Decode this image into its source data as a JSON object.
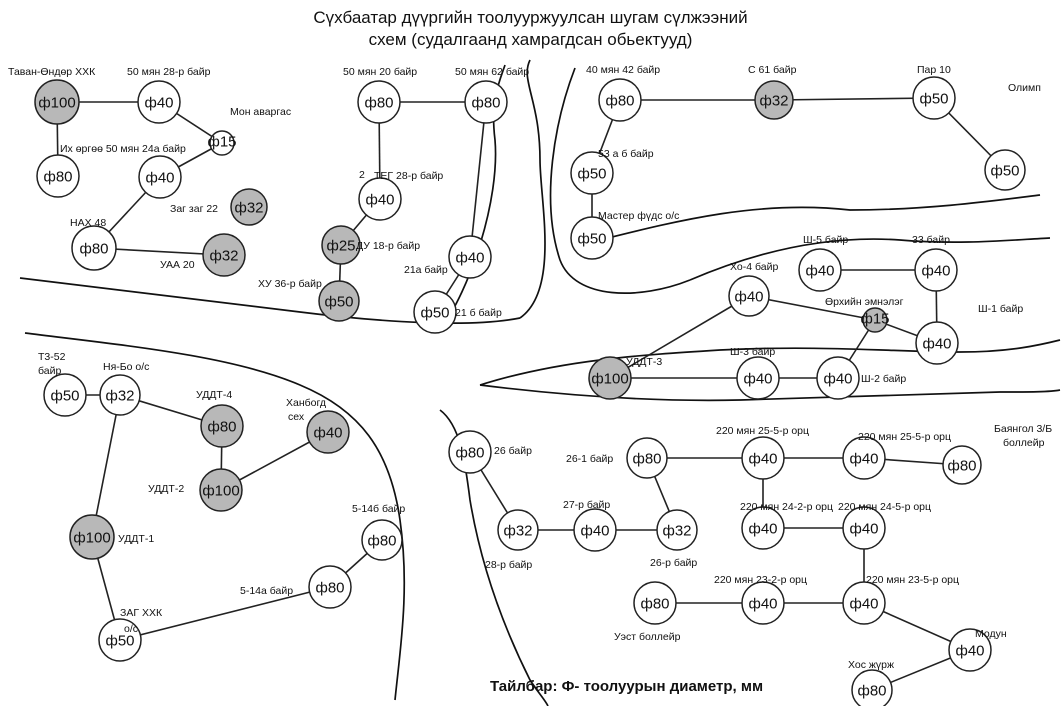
{
  "title_line1": "Сүхбаатар дүүргийн тоолуурж­уулсан шугам сүлжээний",
  "title_line2": "схем  (судалгаанд хамрагдсан обьектууд)",
  "legend": "Тайлбар: Ф- тоолуурын диаметр, мм",
  "colors": {
    "shaded": "#b8b8b8",
    "plain": "#ffffff",
    "line": "#222222"
  },
  "nodes": [
    {
      "id": "n1",
      "label": "ф100",
      "shaded": true
    },
    {
      "id": "n2",
      "label": "ф40",
      "shaded": false
    },
    {
      "id": "n3",
      "label": "ф15",
      "shaded": false
    },
    {
      "id": "n4",
      "label": "ф80",
      "shaded": false
    },
    {
      "id": "n5",
      "label": "ф40",
      "shaded": false
    },
    {
      "id": "n6",
      "label": "ф32",
      "shaded": true
    },
    {
      "id": "n7",
      "label": "ф80",
      "shaded": false
    },
    {
      "id": "n8",
      "label": "ф32",
      "shaded": true
    },
    {
      "id": "n9",
      "label": "ф80",
      "shaded": false
    },
    {
      "id": "n10",
      "label": "ф80",
      "shaded": false
    },
    {
      "id": "n11",
      "label": "ф40",
      "shaded": false
    },
    {
      "id": "n12",
      "label": "ф25",
      "shaded": true
    },
    {
      "id": "n13",
      "label": "ф50",
      "shaded": true
    },
    {
      "id": "n14",
      "label": "ф40",
      "shaded": false
    },
    {
      "id": "n15",
      "label": "ф50",
      "shaded": false
    },
    {
      "id": "n16",
      "label": "ф80",
      "shaded": false
    },
    {
      "id": "n17",
      "label": "ф32",
      "shaded": true
    },
    {
      "id": "n18",
      "label": "ф50",
      "shaded": false
    },
    {
      "id": "n19",
      "label": "ф50",
      "shaded": false
    },
    {
      "id": "n20",
      "label": "ф50",
      "shaded": false
    },
    {
      "id": "n21",
      "label": "ф50",
      "shaded": false
    },
    {
      "id": "n22",
      "label": "ф40",
      "shaded": false
    },
    {
      "id": "n23",
      "label": "ф40",
      "shaded": false
    },
    {
      "id": "n24",
      "label": "ф40",
      "shaded": false
    },
    {
      "id": "n25",
      "label": "ф15",
      "shaded": true
    },
    {
      "id": "n26",
      "label": "ф40",
      "shaded": false
    },
    {
      "id": "n27",
      "label": "ф100",
      "shaded": true
    },
    {
      "id": "n28",
      "label": "ф40",
      "shaded": false
    },
    {
      "id": "n29",
      "label": "ф40",
      "shaded": false
    },
    {
      "id": "n30",
      "label": "ф50",
      "shaded": false
    },
    {
      "id": "n31",
      "label": "ф32",
      "shaded": false
    },
    {
      "id": "n32",
      "label": "ф80",
      "shaded": true
    },
    {
      "id": "n33",
      "label": "ф40",
      "shaded": true
    },
    {
      "id": "n34",
      "label": "ф100",
      "shaded": true
    },
    {
      "id": "n35",
      "label": "ф100",
      "shaded": true
    },
    {
      "id": "n36",
      "label": "ф80",
      "shaded": false
    },
    {
      "id": "n37",
      "label": "ф80",
      "shaded": false
    },
    {
      "id": "n38",
      "label": "ф50",
      "shaded": false
    },
    {
      "id": "n39",
      "label": "ф80",
      "shaded": false
    },
    {
      "id": "n40",
      "label": "ф80",
      "shaded": false
    },
    {
      "id": "n41",
      "label": "ф40",
      "shaded": false
    },
    {
      "id": "n42",
      "label": "ф40",
      "shaded": false
    },
    {
      "id": "n43",
      "label": "ф80",
      "shaded": false
    },
    {
      "id": "n44",
      "label": "ф32",
      "shaded": false
    },
    {
      "id": "n45",
      "label": "ф40",
      "shaded": false
    },
    {
      "id": "n46",
      "label": "ф32",
      "shaded": false
    },
    {
      "id": "n47",
      "label": "ф40",
      "shaded": false
    },
    {
      "id": "n48",
      "label": "ф40",
      "shaded": false
    },
    {
      "id": "n49",
      "label": "ф80",
      "shaded": false
    },
    {
      "id": "n50",
      "label": "ф40",
      "shaded": false
    },
    {
      "id": "n51",
      "label": "ф40",
      "shaded": false
    },
    {
      "id": "n52",
      "label": "ф40",
      "shaded": false
    },
    {
      "id": "n53",
      "label": "ф80",
      "shaded": false
    }
  ],
  "edges": [
    [
      "n1",
      "n2"
    ],
    [
      "n2",
      "n3"
    ],
    [
      "n3",
      "n5"
    ],
    [
      "n1",
      "n4"
    ],
    [
      "n5",
      "n7"
    ],
    [
      "n7",
      "n8"
    ],
    [
      "n9",
      "n10"
    ],
    [
      "n9",
      "n11"
    ],
    [
      "n11",
      "n12"
    ],
    [
      "n12",
      "n13"
    ],
    [
      "n10",
      "n14"
    ],
    [
      "n14",
      "n15"
    ],
    [
      "n16",
      "n17"
    ],
    [
      "n17",
      "n18"
    ],
    [
      "n16",
      "n19"
    ],
    [
      "n19",
      "n20"
    ],
    [
      "n18",
      "n21"
    ],
    [
      "n22",
      "n23"
    ],
    [
      "n23",
      "n26"
    ],
    [
      "n26",
      "n25"
    ],
    [
      "n25",
      "n24"
    ],
    [
      "n24",
      "n27"
    ],
    [
      "n30",
      "n31"
    ],
    [
      "n31",
      "n32"
    ],
    [
      "n32",
      "n34"
    ],
    [
      "n34",
      "n33"
    ],
    [
      "n31",
      "n35"
    ],
    [
      "n35",
      "n38"
    ],
    [
      "n38",
      "n37"
    ],
    [
      "n37",
      "n36"
    ],
    [
      "n39",
      "n44"
    ],
    [
      "n44",
      "n45"
    ],
    [
      "n45",
      "n46"
    ],
    [
      "n46",
      "n40"
    ],
    [
      "n40",
      "n41"
    ],
    [
      "n41",
      "n42"
    ],
    [
      "n42",
      "n43"
    ],
    [
      "n41",
      "n47"
    ],
    [
      "n47",
      "n48"
    ],
    [
      "n48",
      "n51"
    ],
    [
      "n51",
      "n50"
    ],
    [
      "n50",
      "n49"
    ],
    [
      "n51",
      "n52"
    ],
    [
      "n52",
      "n53"
    ]
  ],
  "captions": [
    "Таван-Өндөр ХХК",
    "50 мян 28-р байр",
    "Мон аваргас",
    "Их өргөө 50 мян 24а байр",
    "Заг заг 22",
    "НАХ 48",
    "УАА 20",
    "50 мян 20 байр",
    "50 мян 62 байр",
    "2",
    "ТЕГ 28-р байр",
    "ДУ 18-р байр",
    "ХУ 36-р байр",
    "21а байр",
    "21 б байр",
    "40 мян 42 байр",
    "С 61 байр",
    "Пар 10",
    "Олимп",
    "53 а б байр",
    "Мастер фүдс о/с",
    "Ш-5 байр",
    "33 байр",
    "Хо-4 байр",
    "Өрхийн эмнэлэг",
    "Ш-1  байр",
    "УДДТ-3",
    "Ш-3 байр",
    "Ш-2 байр",
    "Т3-52",
    "байр",
    "Ня-Бо о/с",
    "УДДТ-4",
    "Ханбогд",
    "сех",
    "УДДТ-2",
    "УДДТ-1",
    "5-14б байр",
    "5-14а байр",
    "ЗАГ ХХК",
    "о/с",
    "26 байр",
    "26-1 байр",
    "220 мян 25-5-р орц",
    "220 мян 25-5-р орц",
    "Баянгол 3/Б",
    "боллейр",
    "27-р байр",
    "28-р байр",
    "26-р байр",
    "220 мян 24-2-р орц",
    "220 мян 24-5-р орц",
    "220 мян 23-2-р орц",
    "220 мян 23-5-р орц",
    "Уэст боллейр",
    "Модун",
    "Хос жүрж"
  ]
}
